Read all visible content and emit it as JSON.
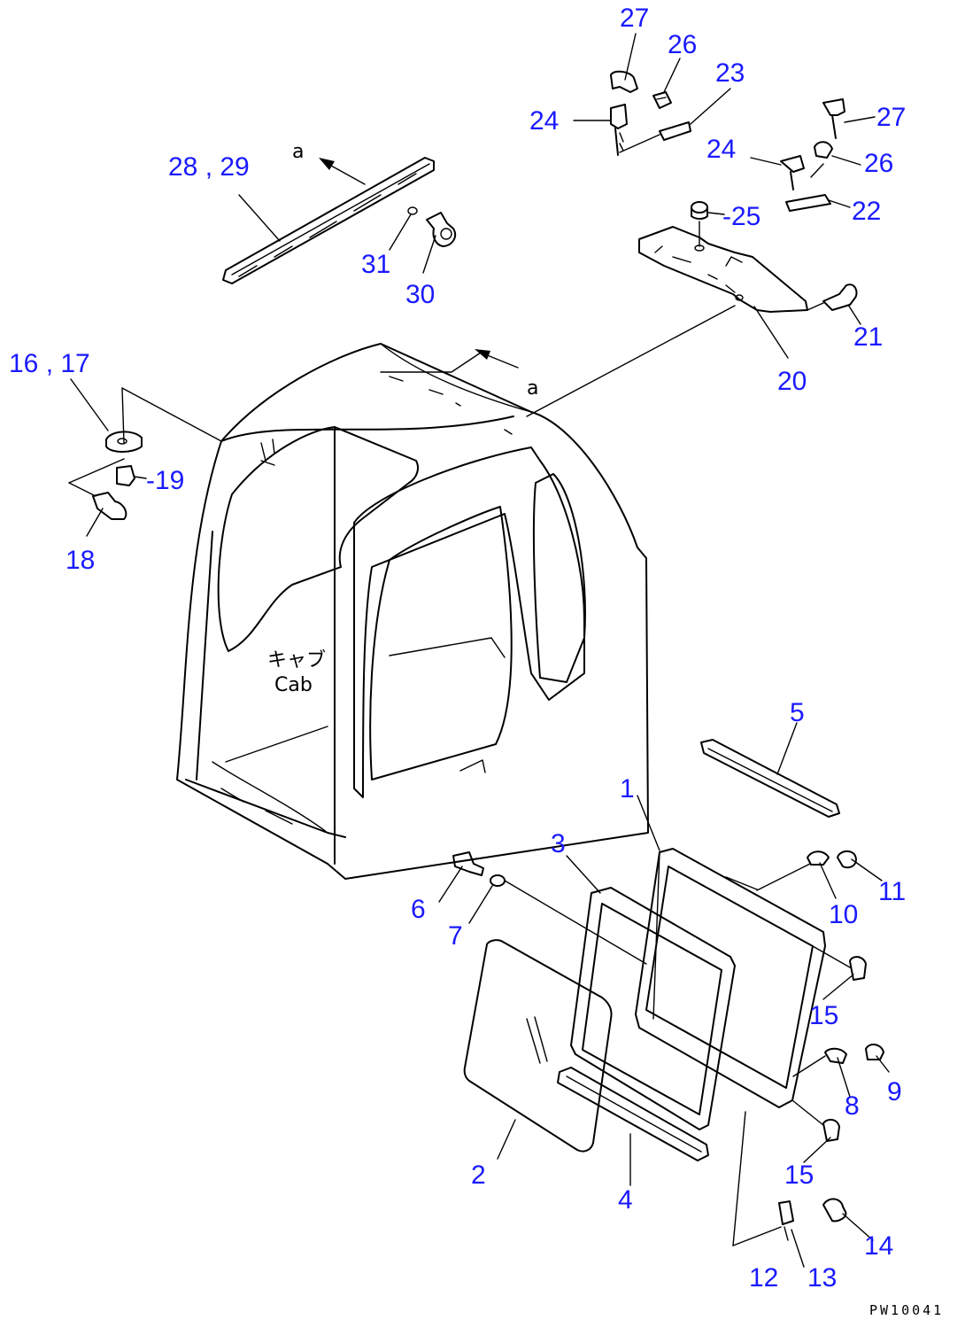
{
  "drawing_code": "PW10041",
  "cab_label": {
    "line1": "キャブ",
    "line2": "Cab"
  },
  "view_markers": {
    "a1": "a",
    "a2": "a"
  },
  "callouts": {
    "c1": "1",
    "c2": "2",
    "c3": "3",
    "c4": "4",
    "c5": "5",
    "c6": "6",
    "c7": "7",
    "c8": "8",
    "c9": "9",
    "c10": "10",
    "c11": "11",
    "c12": "12",
    "c13": "13",
    "c14": "14",
    "c15a": "15",
    "c15b": "15",
    "c16_17": "16 , 17",
    "c18": "18",
    "c19": "-19",
    "c20": "20",
    "c21": "21",
    "c22": "22",
    "c23": "23",
    "c24a": "24",
    "c24b": "24",
    "c25": "-25",
    "c26a": "26",
    "c26b": "26",
    "c27a": "27",
    "c27b": "27",
    "c28_29": "28 , 29",
    "c30": "30",
    "c31": "31"
  },
  "colors": {
    "callout": "#1a1aff",
    "line": "#000000"
  }
}
